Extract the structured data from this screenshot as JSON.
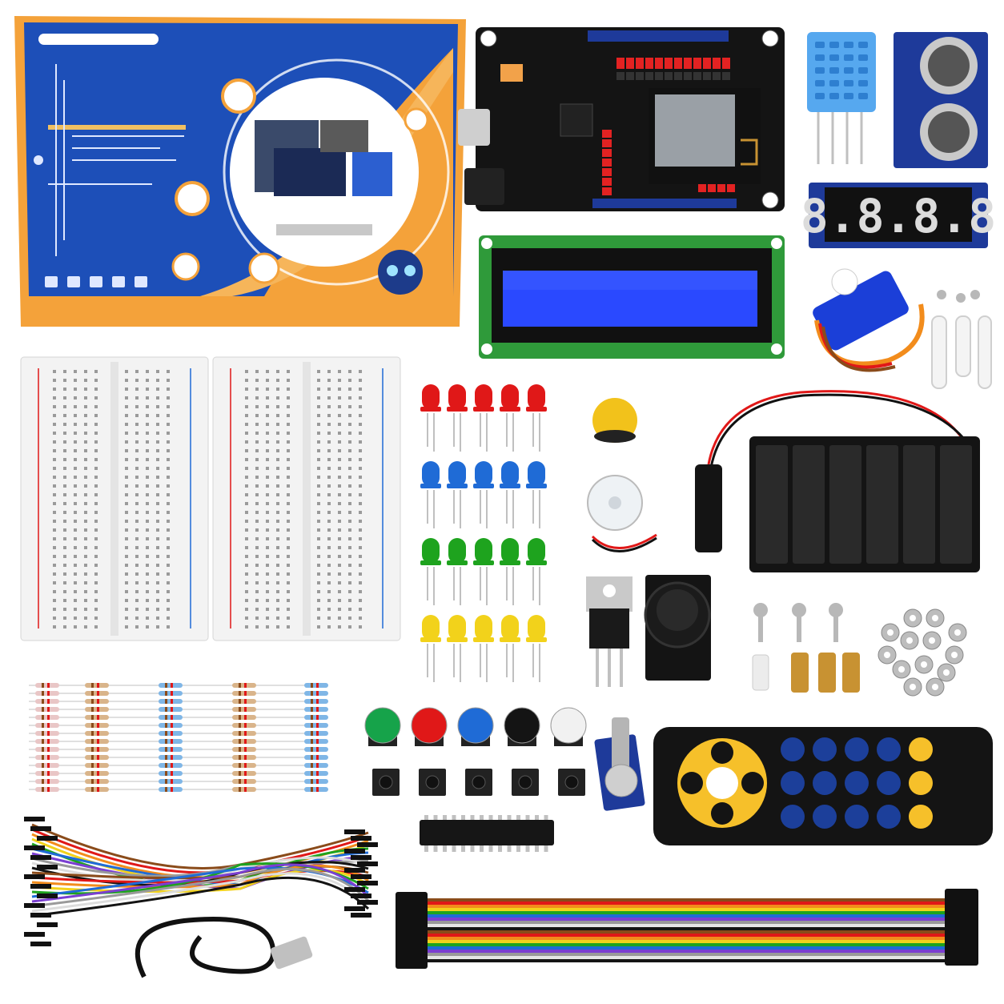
{
  "colors": {
    "background": "#ffffff",
    "box_blue": "#1d4fb8",
    "box_orange": "#f4a23a",
    "pcb_black": "#141414",
    "pcb_blue": "#1e3a9a",
    "pcb_green": "#2f9a3a",
    "lcd_blue": "#2a49ff",
    "led_red": "#e01818",
    "led_blue": "#1f6bd6",
    "led_green": "#1ea31e",
    "led_yellow": "#f2d21b",
    "header_red": "#e32222",
    "dht_blue": "#56a8ef",
    "servo_blue": "#1b3fd8",
    "remote_keys": "#1c3f9a",
    "remote_accent": "#f6c02a",
    "copper": "#c89232"
  },
  "display": {
    "digits": "8.8.8.8"
  },
  "leds": {
    "rows": [
      "led_red",
      "led_blue",
      "led_green",
      "led_yellow"
    ],
    "per_row": 5
  },
  "buttons": {
    "cap_colors": [
      "#16a34a",
      "#e01818",
      "#1f6bd6",
      "#141414",
      "#f1f1f1"
    ],
    "tactile_count": 5
  },
  "remote": {
    "key_rows": 3,
    "key_cols": 5
  },
  "jumpers": {
    "ribbon_colors": [
      "#8a4b1a",
      "#e01818",
      "#f28c1c",
      "#f2d21b",
      "#1ea31e",
      "#1f6bd6",
      "#7b3fd1",
      "#9a9a9a",
      "#ffffff",
      "#141414"
    ]
  }
}
